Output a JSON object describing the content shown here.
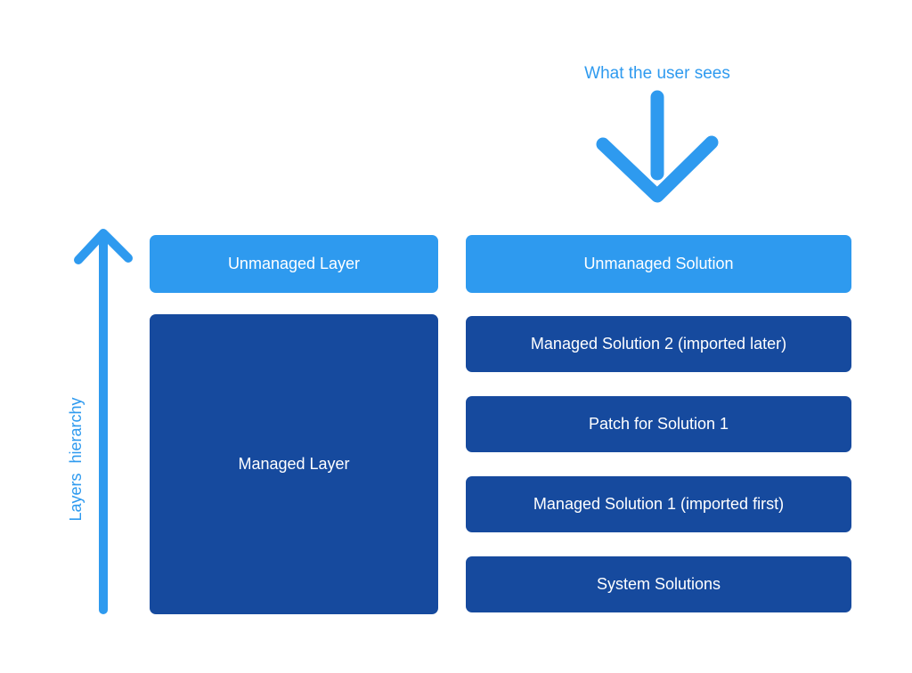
{
  "diagram": {
    "top_label": "What the user sees",
    "side_label": "Layers hierarchy",
    "left_column": {
      "items": [
        {
          "label": "Unmanaged Layer",
          "variant": "light"
        },
        {
          "label": "Managed Layer",
          "variant": "dark"
        }
      ]
    },
    "right_column": {
      "items": [
        {
          "label": "Unmanaged Solution",
          "variant": "light"
        },
        {
          "label": "Managed Solution 2 (imported later)",
          "variant": "dark"
        },
        {
          "label": "Patch for Solution 1",
          "variant": "dark"
        },
        {
          "label": "Managed Solution 1 (imported first)",
          "variant": "dark"
        },
        {
          "label": "System Solutions",
          "variant": "dark"
        }
      ]
    },
    "icons": {
      "down_arrow": "down-arrow-icon",
      "up_arrow": "up-arrow-icon"
    },
    "colors": {
      "light_blue": "#2E9AEF",
      "dark_blue": "#164A9E",
      "box_text": "#FFFFFF",
      "background": "#FFFFFF"
    }
  }
}
